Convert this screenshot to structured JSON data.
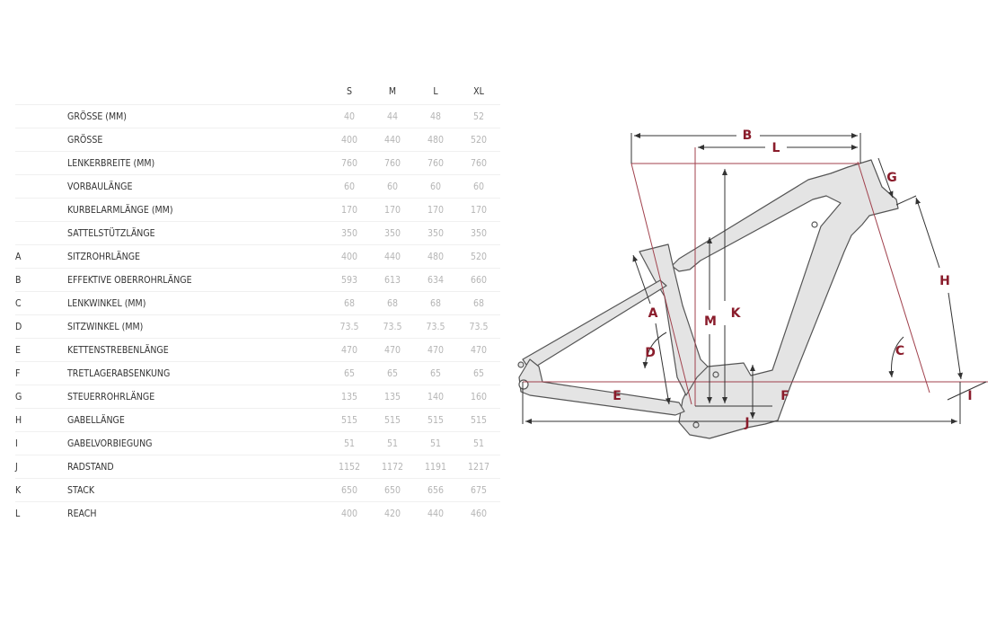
{
  "table": {
    "sizes": [
      "S",
      "M",
      "L",
      "XL"
    ],
    "rows": [
      {
        "letter": "",
        "label": "GRÖSSE (MM)",
        "values": [
          "40",
          "44",
          "48",
          "52"
        ]
      },
      {
        "letter": "",
        "label": "GRÖSSE",
        "values": [
          "400",
          "440",
          "480",
          "520"
        ]
      },
      {
        "letter": "",
        "label": "LENKERBREITE (MM)",
        "values": [
          "760",
          "760",
          "760",
          "760"
        ]
      },
      {
        "letter": "",
        "label": "VORBAULÄNGE",
        "values": [
          "60",
          "60",
          "60",
          "60"
        ]
      },
      {
        "letter": "",
        "label": "KURBELARMLÄNGE (MM)",
        "values": [
          "170",
          "170",
          "170",
          "170"
        ]
      },
      {
        "letter": "",
        "label": "SATTELSTÜTZLÄNGE",
        "values": [
          "350",
          "350",
          "350",
          "350"
        ]
      },
      {
        "letter": "A",
        "label": "SITZROHRLÄNGE",
        "values": [
          "400",
          "440",
          "480",
          "520"
        ]
      },
      {
        "letter": "B",
        "label": "EFFEKTIVE OBERROHRLÄNGE",
        "values": [
          "593",
          "613",
          "634",
          "660"
        ]
      },
      {
        "letter": "C",
        "label": "LENKWINKEL (MM)",
        "values": [
          "68",
          "68",
          "68",
          "68"
        ]
      },
      {
        "letter": "D",
        "label": "SITZWINKEL (MM)",
        "values": [
          "73.5",
          "73.5",
          "73.5",
          "73.5"
        ]
      },
      {
        "letter": "E",
        "label": "KETTENSTREBENLÄNGE",
        "values": [
          "470",
          "470",
          "470",
          "470"
        ]
      },
      {
        "letter": "F",
        "label": "TRETLAGERABSENKUNG",
        "values": [
          "65",
          "65",
          "65",
          "65"
        ]
      },
      {
        "letter": "G",
        "label": "STEUERROHRLÄNGE",
        "values": [
          "135",
          "135",
          "140",
          "160"
        ]
      },
      {
        "letter": "H",
        "label": "GABELLÄNGE",
        "values": [
          "515",
          "515",
          "515",
          "515"
        ]
      },
      {
        "letter": "I",
        "label": "GABELVORBIEGUNG",
        "values": [
          "51",
          "51",
          "51",
          "51"
        ]
      },
      {
        "letter": "J",
        "label": "RADSTAND",
        "values": [
          "1152",
          "1172",
          "1191",
          "1217"
        ]
      },
      {
        "letter": "K",
        "label": "STACK",
        "values": [
          "650",
          "650",
          "656",
          "675"
        ]
      },
      {
        "letter": "L",
        "label": "REACH",
        "values": [
          "400",
          "420",
          "440",
          "460"
        ]
      }
    ]
  },
  "diagram": {
    "labels": {
      "A": "A",
      "B": "B",
      "C": "C",
      "D": "D",
      "E": "E",
      "F": "F",
      "G": "G",
      "H": "H",
      "I": "I",
      "J": "J",
      "K": "K",
      "L": "L",
      "M": "M"
    },
    "label_color": "#8a1c2b",
    "frame_color": "#e4e4e4"
  }
}
